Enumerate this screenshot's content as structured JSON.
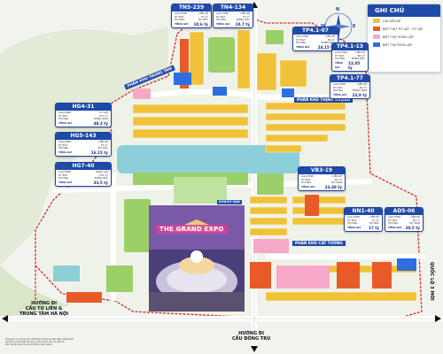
{
  "legend": {
    "title": "GHI CHÚ",
    "items": [
      {
        "label": "GHI LIÊN KẾ",
        "color": "#f0c23a"
      },
      {
        "label": "BIỆT THỰ TỨ LẬP - TỨ LẬP",
        "color": "#e85a2a"
      },
      {
        "label": "BIỆT THỰ SONG LẬP",
        "color": "#f7a8c8"
      },
      {
        "label": "BIỆT THỰ ĐƠN LẬP",
        "color": "#2d6fe0"
      }
    ]
  },
  "zones": {
    "phan_khu_trung_tam": "PHÂN KHU TRUNG TÂM",
    "phan_khu_thinh_vuong": "PHÂN KHU THỊNH VƯỢNG",
    "phan_khu_cat_tuong": "PHÂN KHU CÁT TƯỜNG"
  },
  "plots": [
    {
      "code": "TN5-239",
      "rows": [
        [
          "LOẠI HÌNH",
          "LIỀN KỀ"
        ],
        [
          "DT ĐẤT",
          "76 m²"
        ],
        [
          "HƯỚNG",
          "TÂY BẮC"
        ]
      ],
      "total_label": "TỔNG GIÁ",
      "total": "10,6 tỷ"
    },
    {
      "code": "TN4-134",
      "rows": [
        [
          "LOẠI HÌNH",
          "LIỀN KỀ"
        ],
        [
          "DT ĐẤT",
          "75 m²"
        ],
        [
          "HƯỚNG",
          "ĐÔNG BẮC"
        ]
      ],
      "total_label": "TỔNG GIÁ",
      "total": "10,7 tỷ"
    },
    {
      "code": "TP4.1-07",
      "rows": [
        [
          "LOẠI HÌNH",
          "LIỀN KỀ"
        ],
        [
          "DT ĐẤT",
          "84 m²"
        ],
        [
          "HƯỚNG",
          "ĐÔNG BẮC"
        ]
      ],
      "total_label": "TỔNG GIÁ",
      "total": "24,15 tỷ"
    },
    {
      "code": "TP4.1-13",
      "rows": [
        [
          "LOẠI HÌNH",
          "LIỀN KỀ"
        ],
        [
          "DT ĐẤT",
          "80 m²"
        ],
        [
          "HƯỚNG",
          "ĐÔNG BẮC"
        ]
      ],
      "total_label": "TỔNG GIÁ",
      "total": "22,05 tỷ"
    },
    {
      "code": "TP4.1-77",
      "rows": [
        [
          "LOẠI HÌNH",
          "LIỀN KỀ"
        ],
        [
          "DT ĐẤT",
          "84 m²"
        ],
        [
          "HƯỚNG",
          "ĐÔNG NAM"
        ]
      ],
      "total_label": "TỔNG GIÁ",
      "total": "23,9 tỷ"
    },
    {
      "code": "HG4-31",
      "rows": [
        [
          "LOẠI HÌNH",
          "TỨ LẬP"
        ],
        [
          "DT ĐẤT",
          "167 m²"
        ],
        [
          "HƯỚNG",
          "ĐÔNG NAM"
        ]
      ],
      "total_label": "TỔNG GIÁ",
      "total": "48,3 tỷ"
    },
    {
      "code": "HG5-143",
      "rows": [
        [
          "LOẠI HÌNH",
          "LIỀN KỀ"
        ],
        [
          "DT ĐẤT",
          "97 m²"
        ],
        [
          "HƯỚNG",
          "TÂY BẮC"
        ]
      ],
      "total_label": "TỔNG GIÁ",
      "total": "16,15 tỷ"
    },
    {
      "code": "HG7-40",
      "rows": [
        [
          "LOẠI HÌNH",
          "SONG LẬP"
        ],
        [
          "DT ĐẤT",
          "150 m²"
        ],
        [
          "HƯỚNG",
          "ĐÔNG BẮC"
        ]
      ],
      "total_label": "TỔNG GIÁ",
      "total": "33,5 tỷ"
    },
    {
      "code": "VB3-19",
      "rows": [
        [
          "LOẠI HÌNH",
          "LIỀN KỀ"
        ],
        [
          "DT ĐẤT",
          "90 m²"
        ],
        [
          "HƯỚNG",
          "TÂY NAM"
        ]
      ],
      "total_label": "TỔNG GIÁ",
      "total": "23,49 tỷ"
    },
    {
      "code": "NN1-40",
      "rows": [
        [
          "LOẠI HÌNH",
          "LIỀN KỀ"
        ],
        [
          "DT ĐẤT",
          "75 m²"
        ],
        [
          "HƯỚNG",
          "TÂY BẮC"
        ]
      ],
      "total_label": "TỔNG GIÁ",
      "total": "17 tỷ"
    },
    {
      "code": "AD5-06",
      "rows": [
        [
          "LOẠI HÌNH",
          "LIỀN KỀ"
        ],
        [
          "DT ĐẤT",
          "90 m²"
        ],
        [
          "HƯỚNG",
          "TÂY NAM"
        ]
      ],
      "total_label": "TỔNG GIÁ",
      "total": "29,5 tỷ"
    }
  ],
  "landmarks": {
    "grand_expo": "THE GRAND EXPO",
    "khach_san": "KHÁCH SẠN"
  },
  "directions": {
    "west_line1": "HƯỚNG ĐI",
    "west_line2": "CẦU TỨ LIÊN &",
    "west_line3": "TRUNG TÂM HÀ NỘI",
    "south_line1": "HƯỚNG ĐI",
    "south_line2": "CẦU ĐÔNG TRÙ",
    "east": "QUỐC LỘ 3 MỚI"
  },
  "footnote": [
    "Thông tin chỉ mang tính chất tham khảo tại thời điểm phát hành.",
    "Giá bán có thể thay đổi theo chính sách của chủ đầu tư.",
    "Liên hệ để được tư vấn chi tiết về sản phẩm."
  ],
  "colors": {
    "lien_ke": "#f0c23a",
    "tu_lap": "#e85a2a",
    "song_lap": "#f7a8c8",
    "don_lap": "#2d6fe0",
    "water": "#8ccfd8",
    "park": "#9bcf6a",
    "road": "#ffffff",
    "boundary": "#e02828",
    "label_blue": "#1f4aa8"
  },
  "compass": {
    "n": "N",
    "s": "S",
    "e": "E",
    "w": "W"
  }
}
